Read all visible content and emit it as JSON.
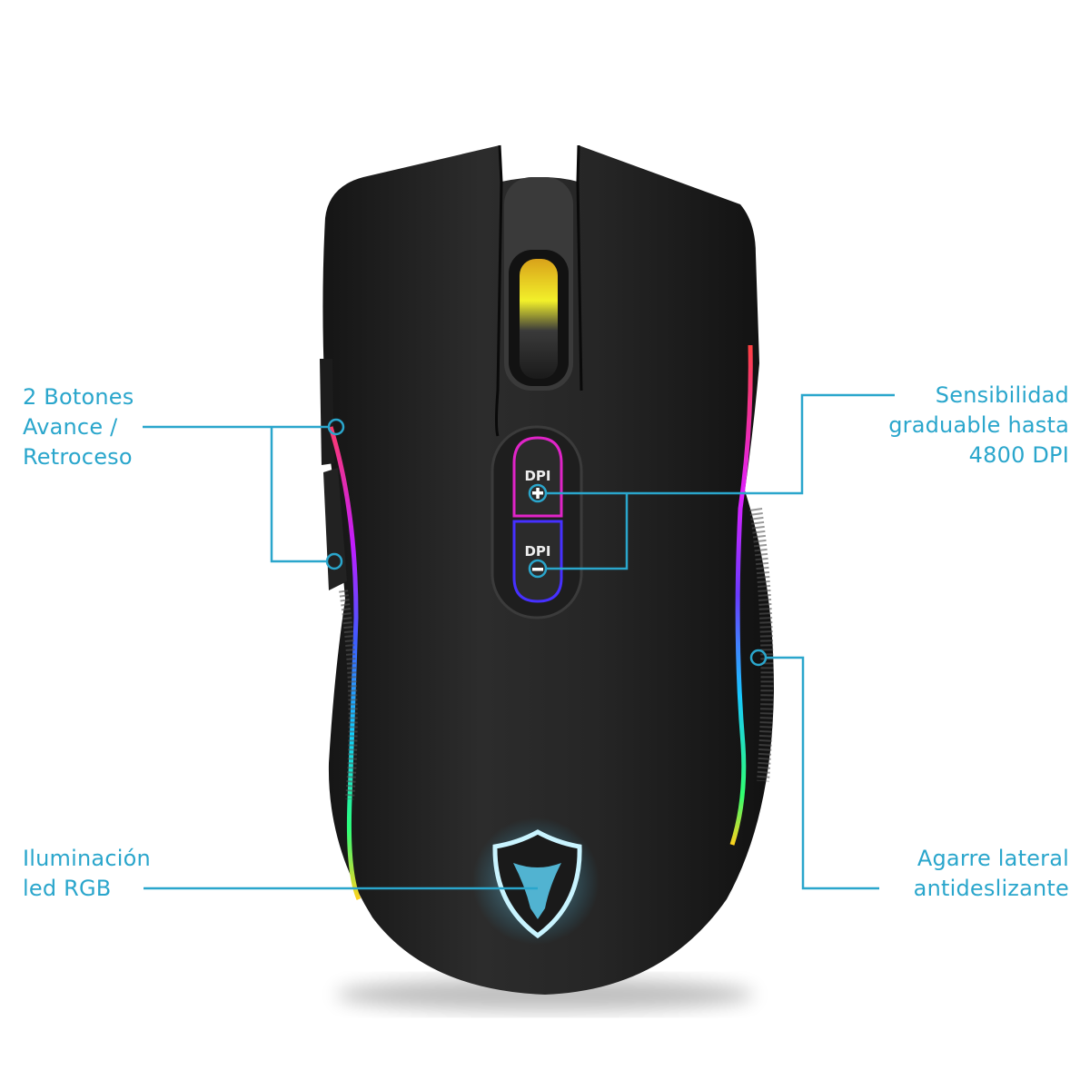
{
  "accent_color": "#2aa6cc",
  "callouts": {
    "side_buttons": {
      "lines": [
        "2 Botones",
        "Avance /",
        "Retroceso"
      ]
    },
    "dpi": {
      "lines": [
        "Sensibilidad",
        "graduable hasta",
        "4800 DPI"
      ]
    },
    "rgb": {
      "lines": [
        "Iluminación",
        "led RGB"
      ]
    },
    "grip": {
      "lines": [
        "Agarre lateral",
        "antideslizante"
      ]
    }
  },
  "mouse": {
    "dpi_up_label": "DPI",
    "dpi_down_label": "DPI",
    "dpi_up_icon": "plus-icon",
    "dpi_down_icon": "minus-icon",
    "logo_icon": "phoenix-shield-icon"
  }
}
